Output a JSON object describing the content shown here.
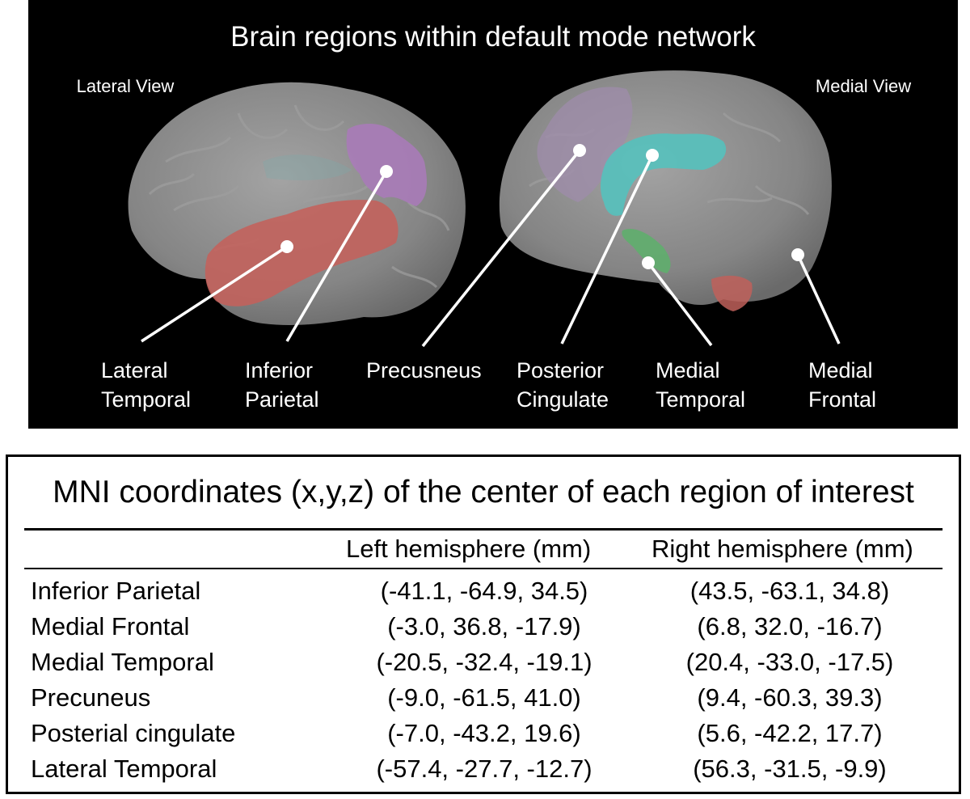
{
  "figure": {
    "title": "Brain regions within default mode network",
    "views": {
      "lateral": "Lateral View",
      "medial": "Medial View"
    },
    "labels": {
      "lateral_temporal": [
        "Lateral",
        "Temporal"
      ],
      "inferior_parietal": [
        "Inferior",
        "Parietal"
      ],
      "precuneus": [
        "Precusneus"
      ],
      "posterior_cingulate": [
        "Posterior",
        "Cingulate"
      ],
      "medial_temporal": [
        "Medial",
        "Temporal"
      ],
      "medial_frontal": [
        "Medial",
        "Frontal"
      ]
    },
    "colors": {
      "background": "#000000",
      "brain": "#8a8a8a",
      "lateral_temporal": "#c4615b",
      "inferior_parietal": "#a87bb8",
      "precuneus": "#9f8cab",
      "posterior_cingulate": "#55c1bd",
      "medial_temporal": "#5fae6d",
      "medial_frontal": "#c0605a"
    }
  },
  "table": {
    "title": "MNI coordinates (x,y,z) of the center of each region of interest",
    "headers": [
      "",
      "Left hemisphere (mm)",
      "Right hemisphere (mm)"
    ],
    "rows": [
      [
        "Inferior Parietal",
        "(-41.1, -64.9, 34.5)",
        "(43.5, -63.1, 34.8)"
      ],
      [
        "Medial Frontal",
        "(-3.0, 36.8, -17.9)",
        "(6.8, 32.0, -16.7)"
      ],
      [
        "Medial Temporal",
        "(-20.5, -32.4, -19.1)",
        "(20.4, -33.0, -17.5)"
      ],
      [
        "Precuneus",
        "(-9.0, -61.5, 41.0)",
        "(9.4, -60.3, 39.3)"
      ],
      [
        "Posterial cingulate",
        "(-7.0, -43.2, 19.6)",
        "(5.6, -42.2, 17.7)"
      ],
      [
        "Lateral Temporal",
        "(-57.4, -27.7, -12.7)",
        "(56.3, -31.5, -9.9)"
      ]
    ]
  }
}
